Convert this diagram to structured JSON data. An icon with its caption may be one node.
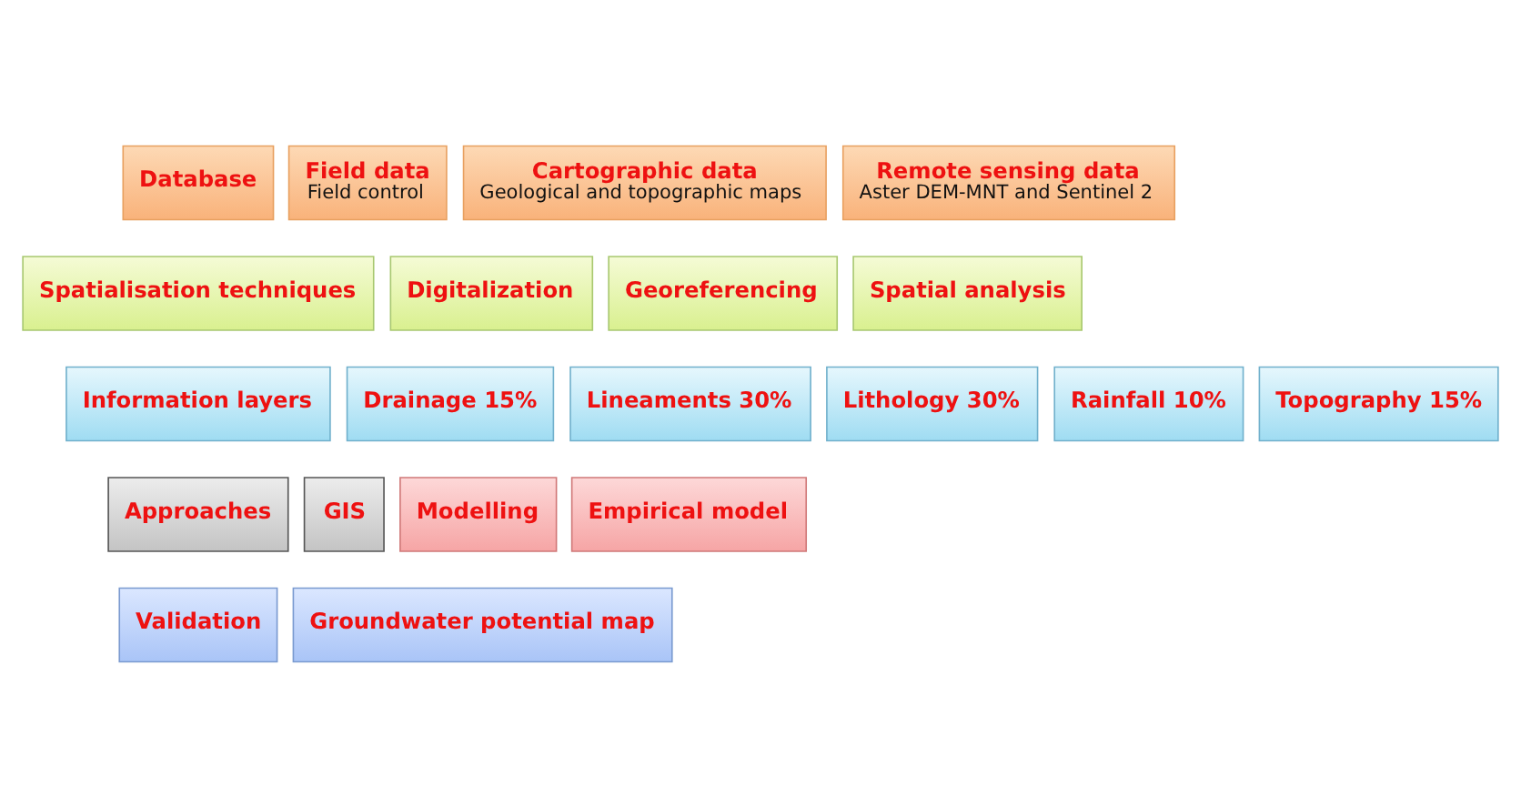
{
  "diagram": {
    "nodes": [
      {
        "text": [
          "Database"
        ]
      },
      {
        "text": [
          "Field data",
          "Field control"
        ]
      },
      {
        "text": [
          "Cartographic data",
          "Geological and topographic maps"
        ]
      },
      {
        "text": [
          "Remote sensing data",
          "Aster DEM-MNT and Sentinel 2"
        ]
      },
      {
        "text": [
          "Spatialisation techniques"
        ]
      },
      {
        "text": [
          "Digitalization"
        ]
      },
      {
        "text": [
          "Georeferencing"
        ]
      },
      {
        "text": [
          "Spatial analysis"
        ]
      },
      {
        "text": [
          "Information layers"
        ]
      },
      {
        "text": [
          "Drainage 15%"
        ]
      },
      {
        "text": [
          "Lineaments 30%"
        ]
      },
      {
        "text": [
          "Lithology 30%"
        ]
      },
      {
        "text": [
          "Rainfall 10%"
        ]
      },
      {
        "text": [
          "Topography 15%"
        ]
      },
      {
        "text": [
          "Approaches"
        ]
      },
      {
        "text": [
          "GIS"
        ]
      },
      {
        "text": [
          "Modelling"
        ]
      },
      {
        "text": [
          "Empirical model"
        ]
      },
      {
        "text": [
          "Validation"
        ]
      },
      {
        "text": [
          "Groundwater potential map"
        ]
      }
    ],
    "edges": []
  }
}
